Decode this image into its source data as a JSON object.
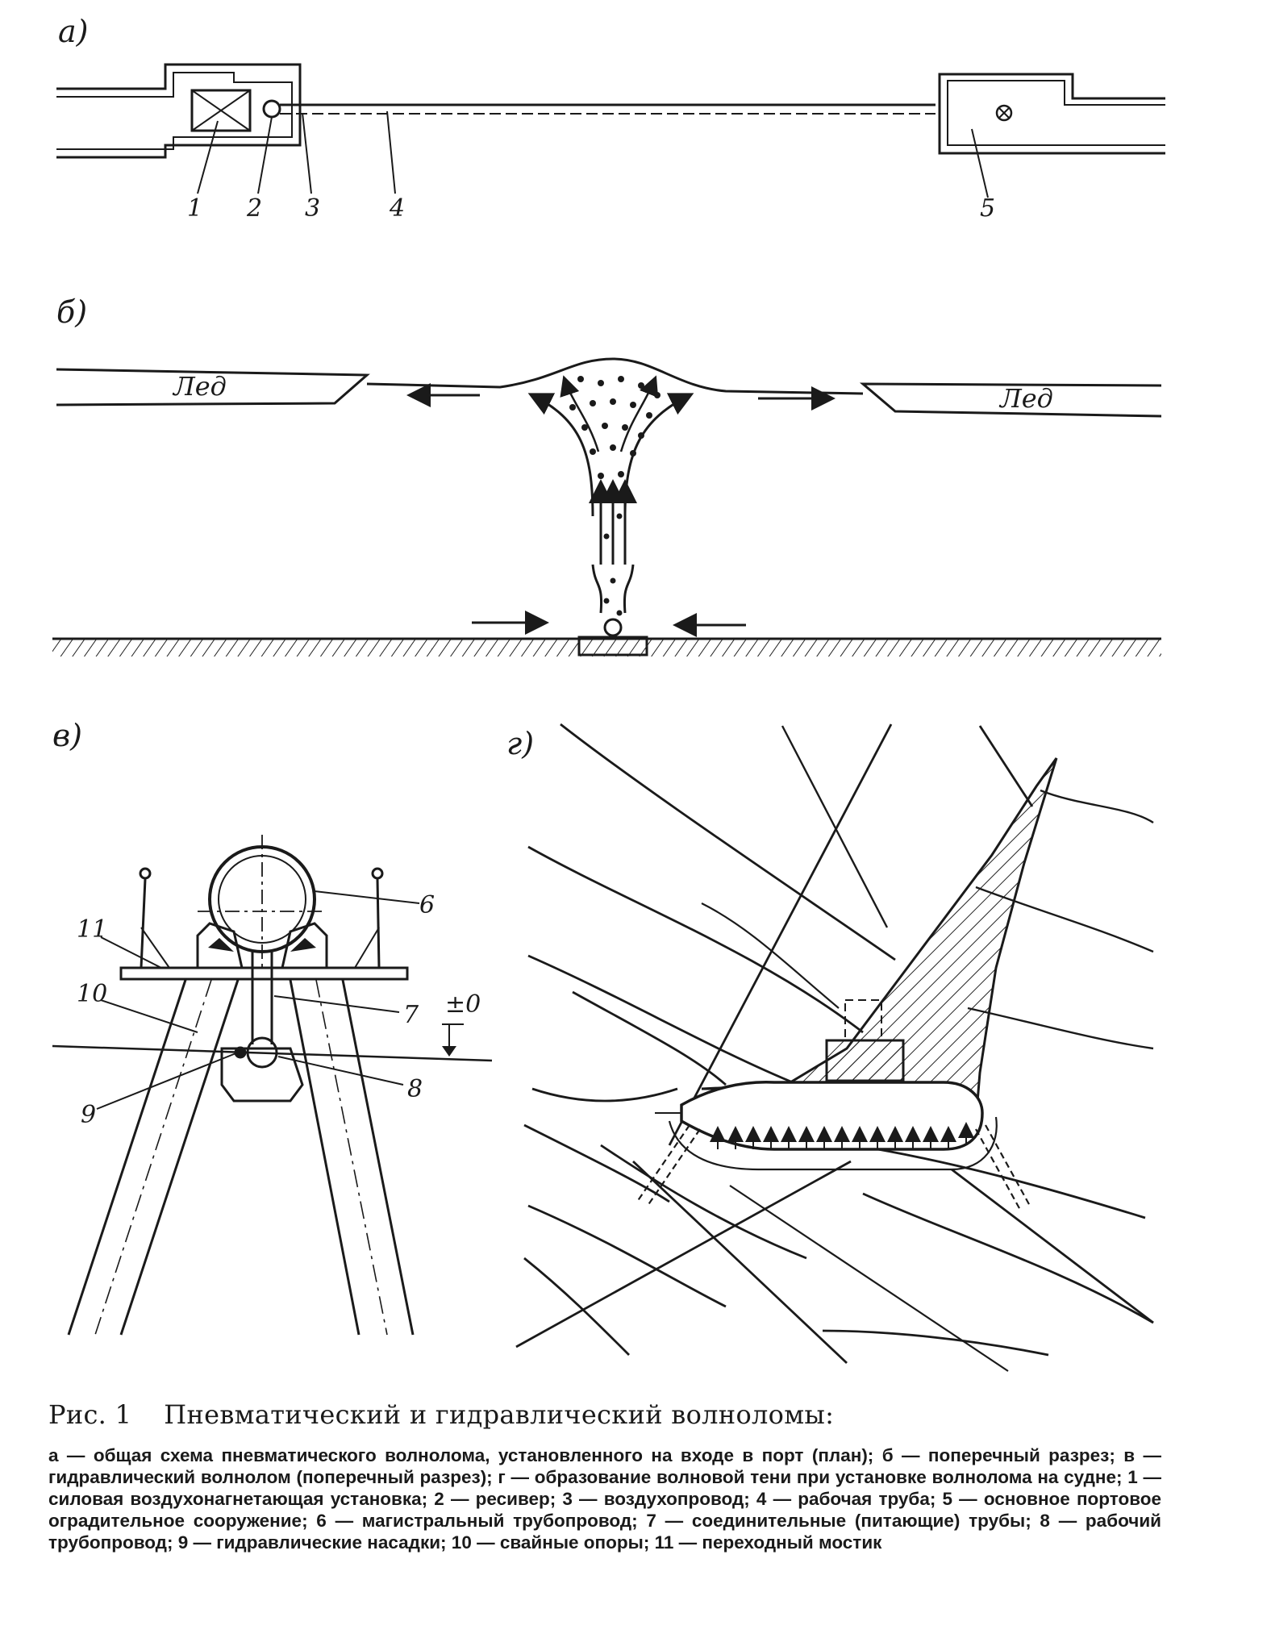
{
  "panels": {
    "a": {
      "label": "а)",
      "callouts": [
        "1",
        "2",
        "3",
        "4",
        "5"
      ]
    },
    "b": {
      "label": "б)",
      "ice_left": "Лед",
      "ice_right": "Лед"
    },
    "v": {
      "label": "в)",
      "callouts": [
        "6",
        "7",
        "8",
        "9",
        "10",
        "11"
      ],
      "level_mark": "±0"
    },
    "g": {
      "label": "г)"
    }
  },
  "caption": {
    "figure_number": "Рис. 1",
    "title": "Пневматический и гидравлический волноломы:",
    "body": "а — общая схема пневматического волнолома, установленного на входе в порт (план); б — поперечный разрез; в — гидравлический волнолом (поперечный разрез); г — образование волновой тени при установке волнолома на судне; 1 — силовая воздухонагнетающая установка; 2 — ресивер; 3 — воздухопровод; 4 — рабочая труба; 5 — основное портовое оградительное сооружение; 6 — магистральный трубопровод; 7 — соединительные (питающие) трубы; 8 — рабочий трубопровод; 9 — гидравлические насадки; 10 — свайные опоры; 11 — переходный мостик"
  }
}
